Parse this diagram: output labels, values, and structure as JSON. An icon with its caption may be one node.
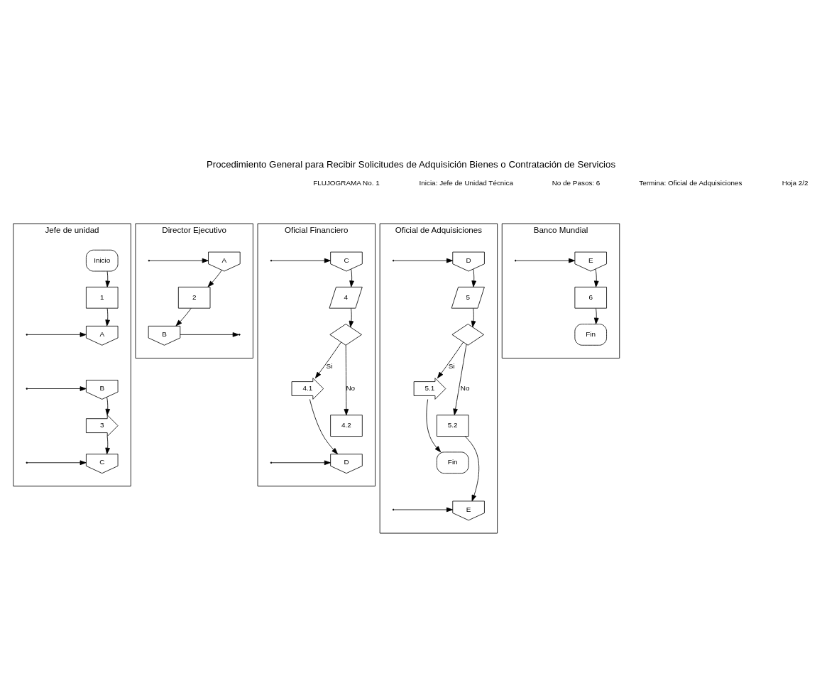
{
  "diagram": {
    "title": "Procedimiento General para Recibir Solicitudes de Adquisición Bienes o Contratación de Servicios",
    "nodes": [
      {
        "text": [
          "Jefe de unidad"
        ]
      },
      {
        "text": [
          "Inicio"
        ],
        "in": 0
      },
      {
        "text": [
          "1"
        ],
        "in": 0
      },
      {
        "text": [
          "A"
        ],
        "in": 0
      },
      {
        "text": [
          "B"
        ],
        "in": 0
      },
      {
        "text": [
          "3"
        ],
        "in": 0
      },
      {
        "text": [
          "C"
        ],
        "in": 0
      },
      {
        "text": [
          "Director Ejecutivo"
        ]
      },
      {
        "text": [
          "A"
        ],
        "in": 7
      },
      {
        "text": [
          "2"
        ],
        "in": 7
      },
      {
        "text": [
          "B"
        ],
        "in": 7
      },
      {
        "text": [
          "Oficial Financiero"
        ]
      },
      {
        "text": [
          "C"
        ],
        "in": 11
      },
      {
        "text": [
          "4"
        ],
        "in": 11
      },
      {
        "text": [],
        "shape": "diamond",
        "in": 11
      },
      {
        "text": [
          "4.1"
        ],
        "in": 11
      },
      {
        "text": [
          "4.2"
        ],
        "in": 11
      },
      {
        "text": [
          "D"
        ],
        "in": 11
      },
      {
        "text": [
          "Oficial de Adquisiciones"
        ]
      },
      {
        "text": [
          "D"
        ],
        "in": 18
      },
      {
        "text": [
          "5"
        ],
        "in": 18
      },
      {
        "text": [],
        "shape": "diamond",
        "in": 18
      },
      {
        "text": [
          "5.1"
        ],
        "in": 18
      },
      {
        "text": [
          "5.2"
        ],
        "in": 18
      },
      {
        "text": [
          "Fin"
        ],
        "in": 18
      },
      {
        "text": [
          "E"
        ],
        "in": 18
      },
      {
        "text": [
          "Banco Mundial"
        ]
      },
      {
        "text": [
          "E"
        ],
        "in": 26
      },
      {
        "text": [
          "6"
        ],
        "in": 26
      },
      {
        "text": [
          "Fin"
        ],
        "in": 26
      }
    ],
    "edges": [
      {
        "from": 1,
        "to": 2,
        "arrow": "to"
      },
      {
        "from": 2,
        "to": 3,
        "arrow": "to"
      },
      {
        "from": null,
        "to": 3,
        "arrow": "to"
      },
      {
        "from": null,
        "to": 4,
        "arrow": "to"
      },
      {
        "from": 4,
        "to": 5,
        "arrow": "to"
      },
      {
        "from": 5,
        "to": 6,
        "arrow": "to"
      },
      {
        "from": null,
        "to": 6,
        "arrow": "to"
      },
      {
        "from": null,
        "to": 8,
        "arrow": "to"
      },
      {
        "from": 8,
        "to": 9,
        "arrow": "to"
      },
      {
        "from": 9,
        "to": 10,
        "arrow": "to"
      },
      {
        "from": 10,
        "to": null,
        "arrow": "to"
      },
      {
        "from": null,
        "to": 12,
        "arrow": "to"
      },
      {
        "from": 12,
        "to": 13,
        "arrow": "to"
      },
      {
        "from": 13,
        "to": 14,
        "arrow": "to"
      },
      {
        "from": 14,
        "to": 15,
        "arrow": "to",
        "label": "Si"
      },
      {
        "from": 14,
        "to": 16,
        "arrow": "to",
        "label": "No"
      },
      {
        "from": 15,
        "to": 17,
        "arrow": "to"
      },
      {
        "from": null,
        "to": 17,
        "arrow": "to"
      },
      {
        "from": null,
        "to": 19,
        "arrow": "to"
      },
      {
        "from": 19,
        "to": 20,
        "arrow": "to"
      },
      {
        "from": 20,
        "to": 21,
        "arrow": "to"
      },
      {
        "from": 21,
        "to": 22,
        "arrow": "to",
        "label": "Si"
      },
      {
        "from": 21,
        "to": 23,
        "arrow": "to",
        "label": "No"
      },
      {
        "from": 22,
        "to": 24,
        "arrow": "to"
      },
      {
        "from": 23,
        "to": 25,
        "arrow": "to"
      },
      {
        "from": null,
        "to": 25,
        "arrow": "to"
      },
      {
        "from": null,
        "to": 27,
        "arrow": "to"
      },
      {
        "from": 27,
        "to": 28,
        "arrow": "to"
      },
      {
        "from": 28,
        "to": 29,
        "arrow": "to"
      }
    ],
    "labels": [
      "FLUJOGRAMA No. 1",
      "Inicia: Jefe de Unidad Técnica",
      "No de Pasos: 6",
      "Termina: Oficial de Adquisiciones",
      "Hoja 2/2"
    ]
  }
}
